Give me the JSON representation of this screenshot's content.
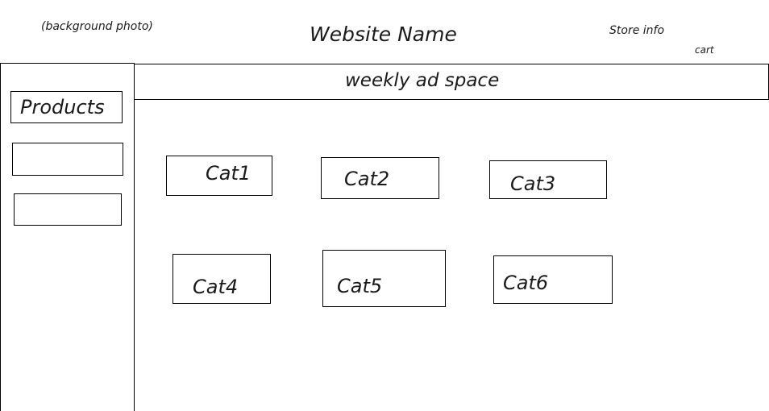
{
  "header": {
    "background_note": "(background photo)",
    "site_name": "Website Name",
    "store_info": "Store info",
    "cart": "cart"
  },
  "ad": {
    "label": "weekly ad space"
  },
  "sidebar": {
    "items": [
      {
        "label": "Products"
      },
      {
        "label": ""
      },
      {
        "label": ""
      }
    ]
  },
  "categories": [
    {
      "label": "Cat1"
    },
    {
      "label": "Cat2"
    },
    {
      "label": "Cat3"
    },
    {
      "label": "Cat4"
    },
    {
      "label": "Cat5"
    },
    {
      "label": "Cat6"
    }
  ]
}
